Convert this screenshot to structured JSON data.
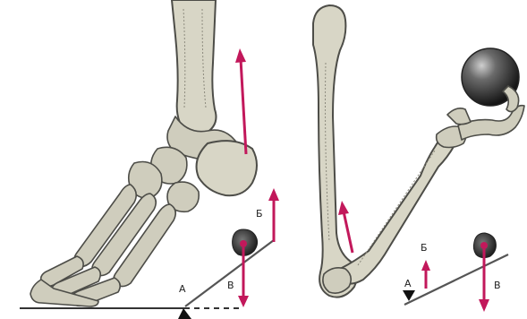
{
  "labels": {
    "foot_fulcrum": "А",
    "foot_resist": "В",
    "foot_effort": "Б",
    "arm_fulcrum": "А",
    "arm_effort": "Б",
    "arm_resist": "В"
  },
  "colors": {
    "arrow": "#c2185b",
    "bone_fill": "#d8d6c6",
    "bone_outline": "#4d4d48",
    "lever": "#555555",
    "ball": "#333333"
  }
}
